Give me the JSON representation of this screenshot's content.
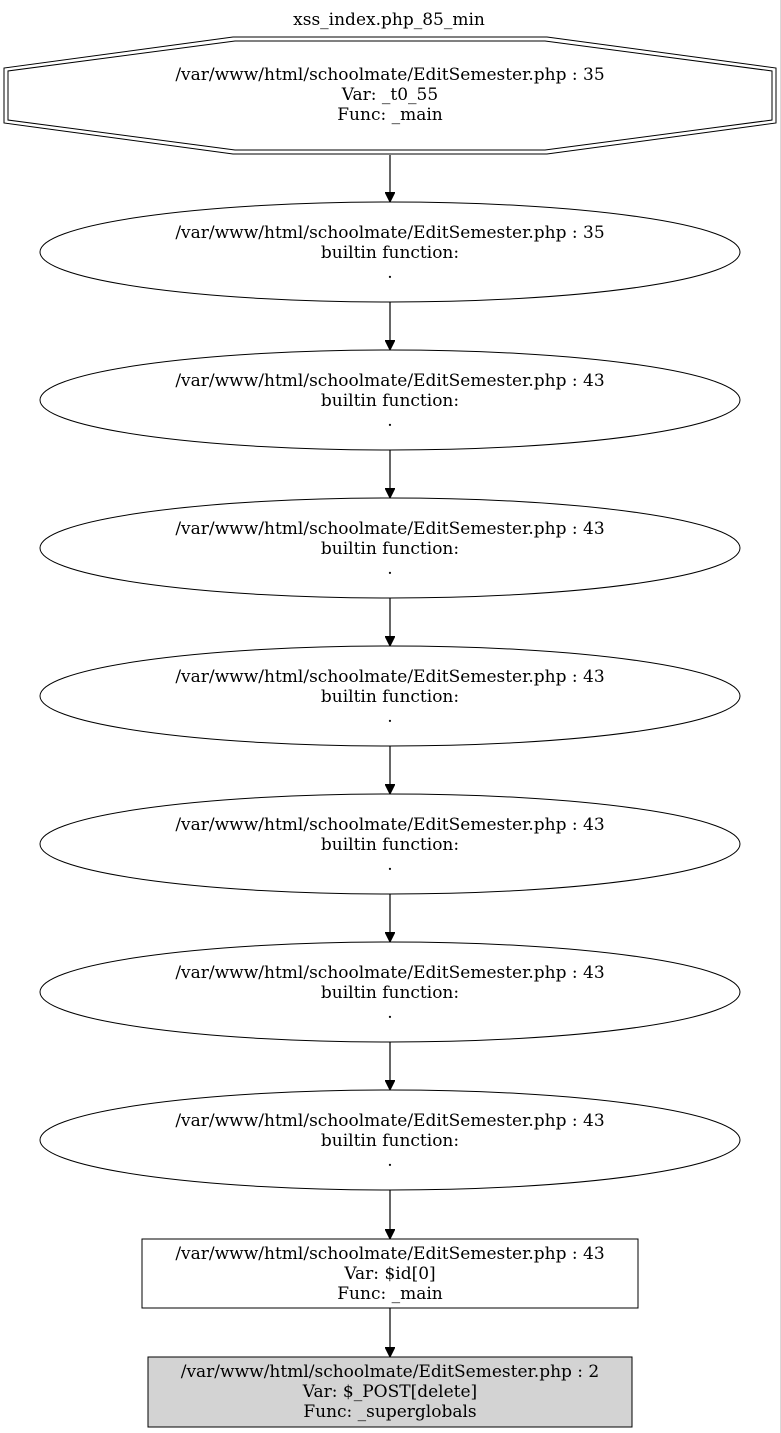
{
  "graph": {
    "title": "xss_index.php_85_min",
    "nodes": [
      {
        "id": "n0",
        "shape": "doubleoctagon",
        "fill": "#ffffff",
        "lines": [
          "/var/www/html/schoolmate/EditSemester.php : 35",
          "Var: _t0_55",
          "Func: _main"
        ]
      },
      {
        "id": "n1",
        "shape": "ellipse",
        "fill": "#ffffff",
        "lines": [
          "/var/www/html/schoolmate/EditSemester.php : 35",
          "builtin function:",
          "."
        ]
      },
      {
        "id": "n2",
        "shape": "ellipse",
        "fill": "#ffffff",
        "lines": [
          "/var/www/html/schoolmate/EditSemester.php : 43",
          "builtin function:",
          "."
        ]
      },
      {
        "id": "n3",
        "shape": "ellipse",
        "fill": "#ffffff",
        "lines": [
          "/var/www/html/schoolmate/EditSemester.php : 43",
          "builtin function:",
          "."
        ]
      },
      {
        "id": "n4",
        "shape": "ellipse",
        "fill": "#ffffff",
        "lines": [
          "/var/www/html/schoolmate/EditSemester.php : 43",
          "builtin function:",
          "."
        ]
      },
      {
        "id": "n5",
        "shape": "ellipse",
        "fill": "#ffffff",
        "lines": [
          "/var/www/html/schoolmate/EditSemester.php : 43",
          "builtin function:",
          "."
        ]
      },
      {
        "id": "n6",
        "shape": "ellipse",
        "fill": "#ffffff",
        "lines": [
          "/var/www/html/schoolmate/EditSemester.php : 43",
          "builtin function:",
          "."
        ]
      },
      {
        "id": "n7",
        "shape": "ellipse",
        "fill": "#ffffff",
        "lines": [
          "/var/www/html/schoolmate/EditSemester.php : 43",
          "builtin function:",
          "."
        ]
      },
      {
        "id": "n8",
        "shape": "box",
        "fill": "#ffffff",
        "lines": [
          "/var/www/html/schoolmate/EditSemester.php : 43",
          "Var: $id[0]",
          "Func: _main"
        ]
      },
      {
        "id": "n9",
        "shape": "box",
        "fill": "#d3d3d3",
        "lines": [
          "/var/www/html/schoolmate/EditSemester.php : 2",
          "Var: $_POST[delete]",
          "Func: _superglobals"
        ]
      }
    ],
    "edges": [
      {
        "from": "n0",
        "to": "n1"
      },
      {
        "from": "n1",
        "to": "n2"
      },
      {
        "from": "n2",
        "to": "n3"
      },
      {
        "from": "n3",
        "to": "n4"
      },
      {
        "from": "n4",
        "to": "n5"
      },
      {
        "from": "n5",
        "to": "n6"
      },
      {
        "from": "n6",
        "to": "n7"
      },
      {
        "from": "n7",
        "to": "n8"
      },
      {
        "from": "n8",
        "to": "n9"
      }
    ]
  }
}
